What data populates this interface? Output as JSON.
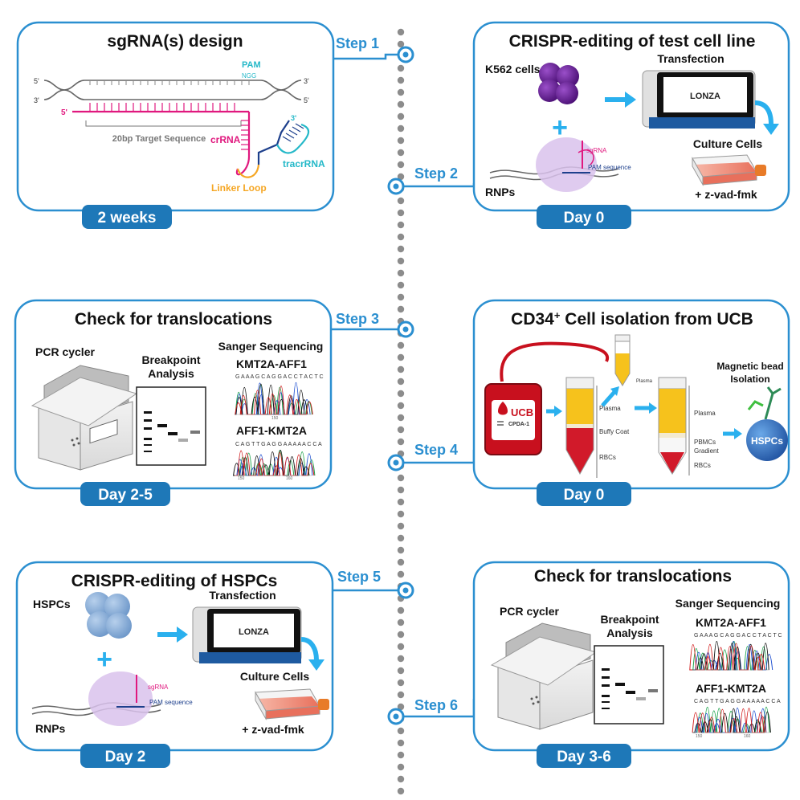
{
  "colors": {
    "accent": "#2b8fd0",
    "badge": "#1e78b8",
    "arrow": "#2ab0ee",
    "magenta": "#e0187e",
    "cyan": "#24b8c8",
    "navy": "#1d3f8c",
    "blood": "#c8101e",
    "plasma": "#f6c21c",
    "purple_cell": "#6b1f9a",
    "hspc_cell": "#7fa9d6"
  },
  "steps": [
    "Step 1",
    "Step 2",
    "Step 3",
    "Step 4",
    "Step 5",
    "Step 6"
  ],
  "panel1": {
    "title": "sgRNA(s) design",
    "badge": "2 weeks",
    "pam": "PAM",
    "ngg": "NGG",
    "five_prime_a": "5'",
    "three_prime_a": "3'",
    "three_prime_b": "3'",
    "five_prime_b": "5'",
    "five_prime_c": "5'",
    "three_prime_c": "3'",
    "target": "20bp Target Sequence",
    "crrna": "crRNA",
    "tracrrna": "tracrRNA",
    "linker": "Linker Loop"
  },
  "panel2": {
    "title": "CRISPR-editing of test cell line",
    "badge": "Day 0",
    "cells": "K562 cells",
    "transfection": "Transfection",
    "lonza": "LONZA",
    "culture": "Culture Cells",
    "sgrna": "sgRNA",
    "pam_seq": "PAM sequence",
    "rnps": "RNPs",
    "zvad": "+ z-vad-fmk",
    "plus": "+"
  },
  "panel3": {
    "title": "Check for translocations",
    "badge": "Day 2-5",
    "pcr": "PCR cycler",
    "breakpoint1": "Breakpoint",
    "breakpoint2": "Analysis",
    "sanger": "Sanger Sequencing",
    "seq1": "KMT2A-AFF1",
    "seq1_bases": "G A A A G C A G G A C C T A C T C",
    "seq1_tick": "150",
    "seq2": "AFF1-KMT2A",
    "seq2_bases": "C A G T T G A G G A A A A A C C A",
    "seq2_tick1": "150",
    "seq2_tick2": "160"
  },
  "panel4": {
    "title_pre": "CD34",
    "title_sup": "+",
    "title_post": " Cell isolation from UCB",
    "badge": "Day 0",
    "ucb": "UCB",
    "cpda": "CPDA-1",
    "plasma_top": "Plasma",
    "plasma1": "Plasma",
    "buffy": "Buffy Coat",
    "rbcs1": "RBCs",
    "plasma2": "Plasma",
    "pbmcs": "PBMCs",
    "gradient": "Gradient",
    "rbcs2": "RBCs",
    "magnetic1": "Magnetic bead",
    "magnetic2": "Isolation",
    "hspcs": "HSPCs"
  },
  "panel5": {
    "title": "CRISPR-editing of HSPCs",
    "badge": "Day 2",
    "cells": "HSPCs",
    "transfection": "Transfection",
    "lonza": "LONZA",
    "culture": "Culture  Cells",
    "sgrna": "sgRNA",
    "pam_seq": "PAM sequence",
    "rnps": "RNPs",
    "zvad": "+ z-vad-fmk",
    "plus": "+"
  },
  "panel6": {
    "title": "Check for translocations",
    "badge": "Day 3-6",
    "pcr": "PCR cycler",
    "breakpoint1": "Breakpoint",
    "breakpoint2": "Analysis",
    "sanger": "Sanger Sequencing",
    "seq1": "KMT2A-AFF1",
    "seq1_bases": "G A A A G C A G G A C C T A C T C",
    "seq2": "AFF1-KMT2A",
    "seq2_bases": "C A G T T G A G G A A A A A C C A",
    "seq2_tick1": "150",
    "seq2_tick2": "160"
  }
}
